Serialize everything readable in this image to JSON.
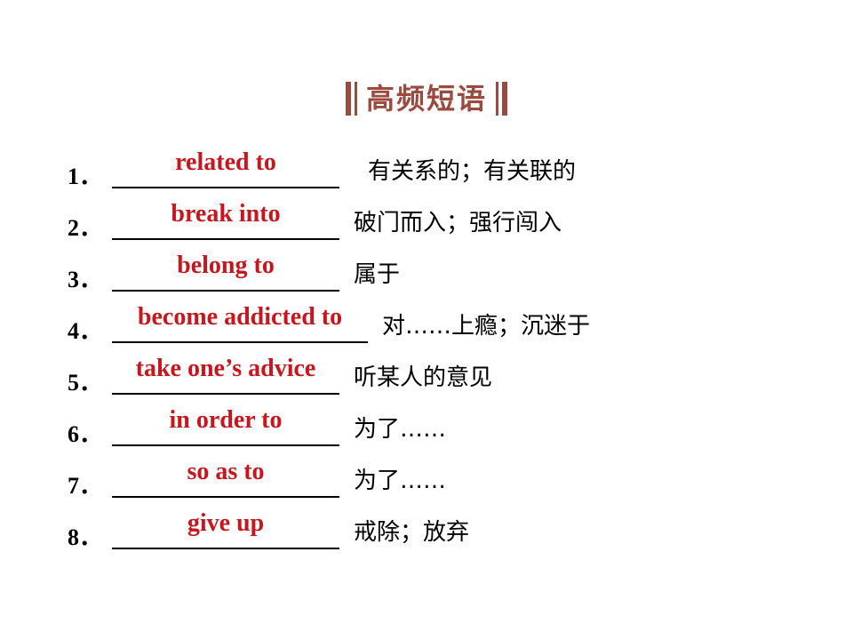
{
  "header": {
    "title": "高频短语"
  },
  "items": [
    {
      "num": "1．",
      "answer": "related to",
      "meaning": "有关系的；有关联的"
    },
    {
      "num": "2．",
      "answer": "break into",
      "meaning": "破门而入；强行闯入"
    },
    {
      "num": "3．",
      "answer": "belong to",
      "meaning": "属于"
    },
    {
      "num": "4．",
      "answer": "become addicted to",
      "meaning": "对……上瘾；沉迷于"
    },
    {
      "num": "5．",
      "answer": "take one’s advice",
      "meaning": "听某人的意见"
    },
    {
      "num": "6．",
      "answer": "in order to",
      "meaning": "为了……"
    },
    {
      "num": "7．",
      "answer": "so as to",
      "meaning": "为了……"
    },
    {
      "num": "8．",
      "answer": "give up",
      "meaning": "戒除；放弃"
    }
  ],
  "colors": {
    "title": "#9b4a3f",
    "answer": "#c8161e",
    "text": "#000000"
  }
}
